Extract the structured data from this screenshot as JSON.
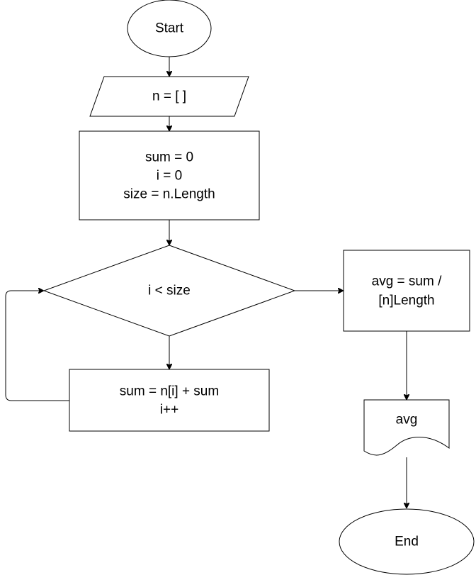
{
  "nodes": {
    "start": {
      "lines": [
        "Start"
      ]
    },
    "input": {
      "lines": [
        "n = [ ]"
      ]
    },
    "init": {
      "lines": [
        "sum = 0",
        "i = 0",
        "size = n.Length"
      ]
    },
    "condition": {
      "lines": [
        "i < size"
      ]
    },
    "loop_body": {
      "lines": [
        "sum = n[i] + sum",
        "i++"
      ]
    },
    "compute": {
      "lines": [
        "avg = sum /",
        "[n]Length"
      ]
    },
    "output": {
      "lines": [
        "avg"
      ]
    },
    "end": {
      "lines": [
        "End"
      ]
    }
  }
}
